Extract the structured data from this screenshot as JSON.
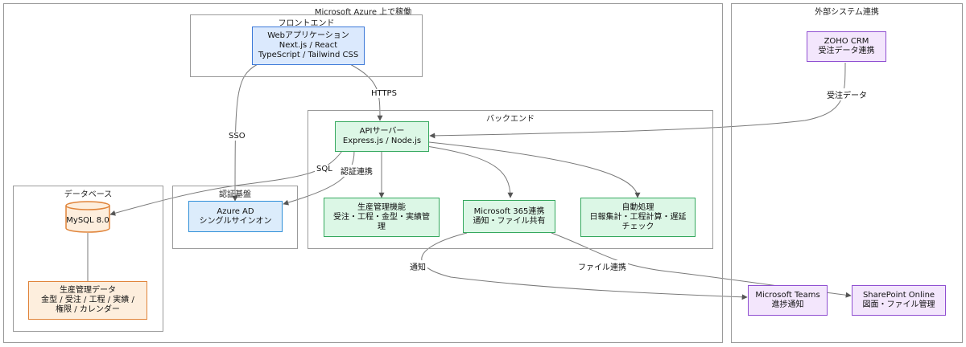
{
  "clusters": {
    "azure": "Microsoft Azure 上で稼働",
    "external": "外部システム連携",
    "frontend": "フロントエンド",
    "backend": "バックエンド",
    "database": "データベース",
    "auth": "認証基盤"
  },
  "nodes": {
    "webapp": [
      "Webアプリケーション",
      "Next.js / React",
      "TypeScript / Tailwind CSS"
    ],
    "api": [
      "APIサーバー",
      "Express.js / Node.js"
    ],
    "production": [
      "生産管理機能",
      "受注・工程・金型・実績管",
      "理"
    ],
    "m365": [
      "Microsoft 365連携",
      "通知・ファイル共有"
    ],
    "auto": [
      "自動処理",
      "日報集計・工程計算・遅延",
      "チェック"
    ],
    "azuread": [
      "Azure AD",
      "シングルサインオン"
    ],
    "mysql": "MySQL 8.0",
    "proddata": [
      "生産管理データ",
      "金型 / 受注 / 工程 / 実績 /",
      "権限 / カレンダー"
    ],
    "zoho": [
      "ZOHO CRM",
      "受注データ連携"
    ],
    "teams": [
      "Microsoft Teams",
      "進捗通知"
    ],
    "sharepoint": [
      "SharePoint Online",
      "図面・ファイル管理"
    ]
  },
  "edge_labels": {
    "https": "HTTPS",
    "sso": "SSO",
    "sql": "SQL",
    "auth_link": "認証連携",
    "order_data": "受注データ",
    "notify": "通知",
    "file_link": "ファイル連携"
  },
  "colors": {
    "edge": "#7a7a7a",
    "cluster_border": "#9a9a9a"
  }
}
